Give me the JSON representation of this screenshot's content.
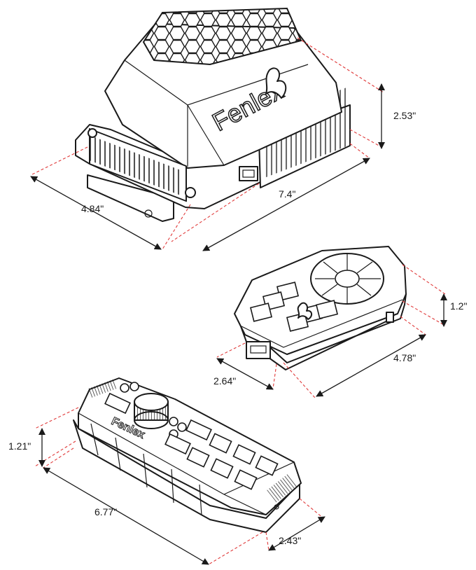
{
  "brand": {
    "name": "Fenlex"
  },
  "devices": {
    "controller": {
      "dim_height": "2.53\"",
      "dim_length": "7.4\"",
      "dim_width": "4.84\""
    },
    "remote": {
      "dim_height": "1.2\"",
      "dim_length": "4.78\"",
      "dim_width": "2.64\""
    },
    "keypad": {
      "dim_height": "1.21\"",
      "dim_length": "6.77\"",
      "dim_width": "2.43\""
    }
  },
  "colors": {
    "dimension_line": "#e03a3a",
    "outline": "#1a1a1a"
  }
}
